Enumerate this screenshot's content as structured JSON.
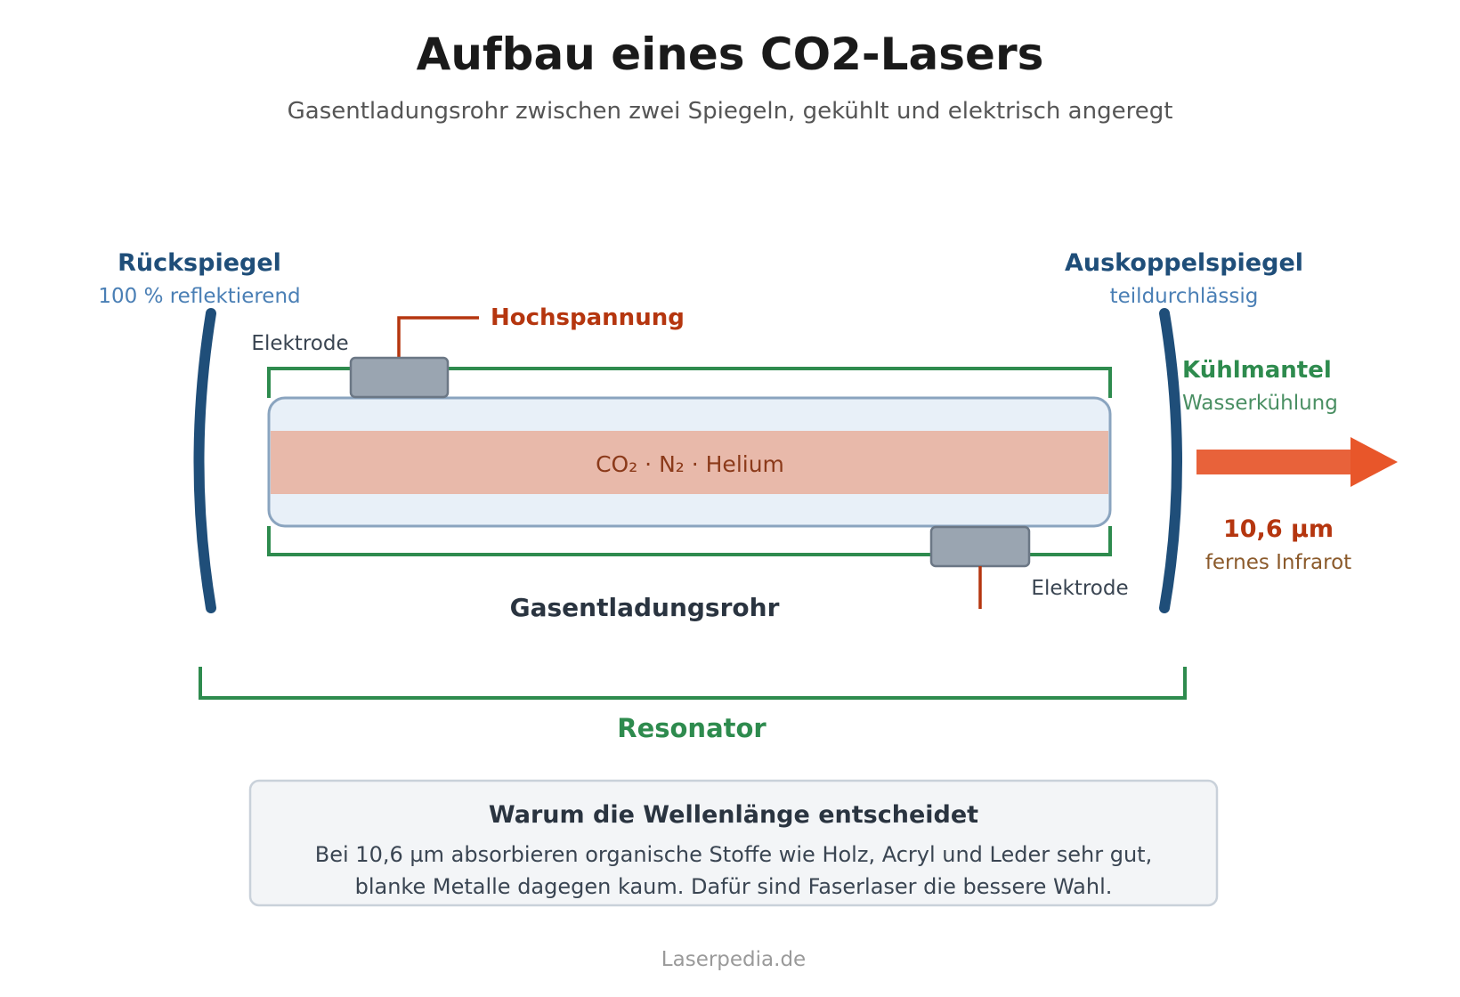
{
  "title": "Aufbau eines CO2-Lasers",
  "subtitle": "Gasentladungsrohr zwischen zwei Spiegeln, gekühlt und elektrisch angeregt",
  "rear_mirror": {
    "label": "Rückspiegel",
    "sub": "100 % reflektierend"
  },
  "output_mirror": {
    "label": "Auskoppelspiegel",
    "sub": "teildurchlässig"
  },
  "high_voltage": "Hochspannung",
  "electrode_top": "Elektrode",
  "electrode_bottom": "Elektrode",
  "cooling": {
    "label": "Kühlmantel",
    "sub": "Wasserkühlung"
  },
  "gas_mix": "CO₂ · N₂ · Helium",
  "tube_label": "Gasentladungsrohr",
  "wavelength": {
    "value": "10,6 µm",
    "sub": "fernes Infrarot"
  },
  "resonator": "Resonator",
  "info": {
    "title": "Warum die Wellenlänge entscheidet",
    "line1": "Bei 10,6 µm absorbieren organische Stoffe wie Holz, Acryl und Leder sehr gut,",
    "line2": "blanke Metalle dagegen kaum. Dafür sind Faserlaser die bessere Wahl."
  },
  "footer": "Laserpedia.de",
  "colors": {
    "mirror": "#1f4e79",
    "cooling": "#2e8b4e",
    "electrode": "#9aa5b1",
    "high_voltage": "#b5360f",
    "beam": "#e8623a",
    "plasma": "#e8b9aa",
    "tube": "#e8f0f8"
  }
}
